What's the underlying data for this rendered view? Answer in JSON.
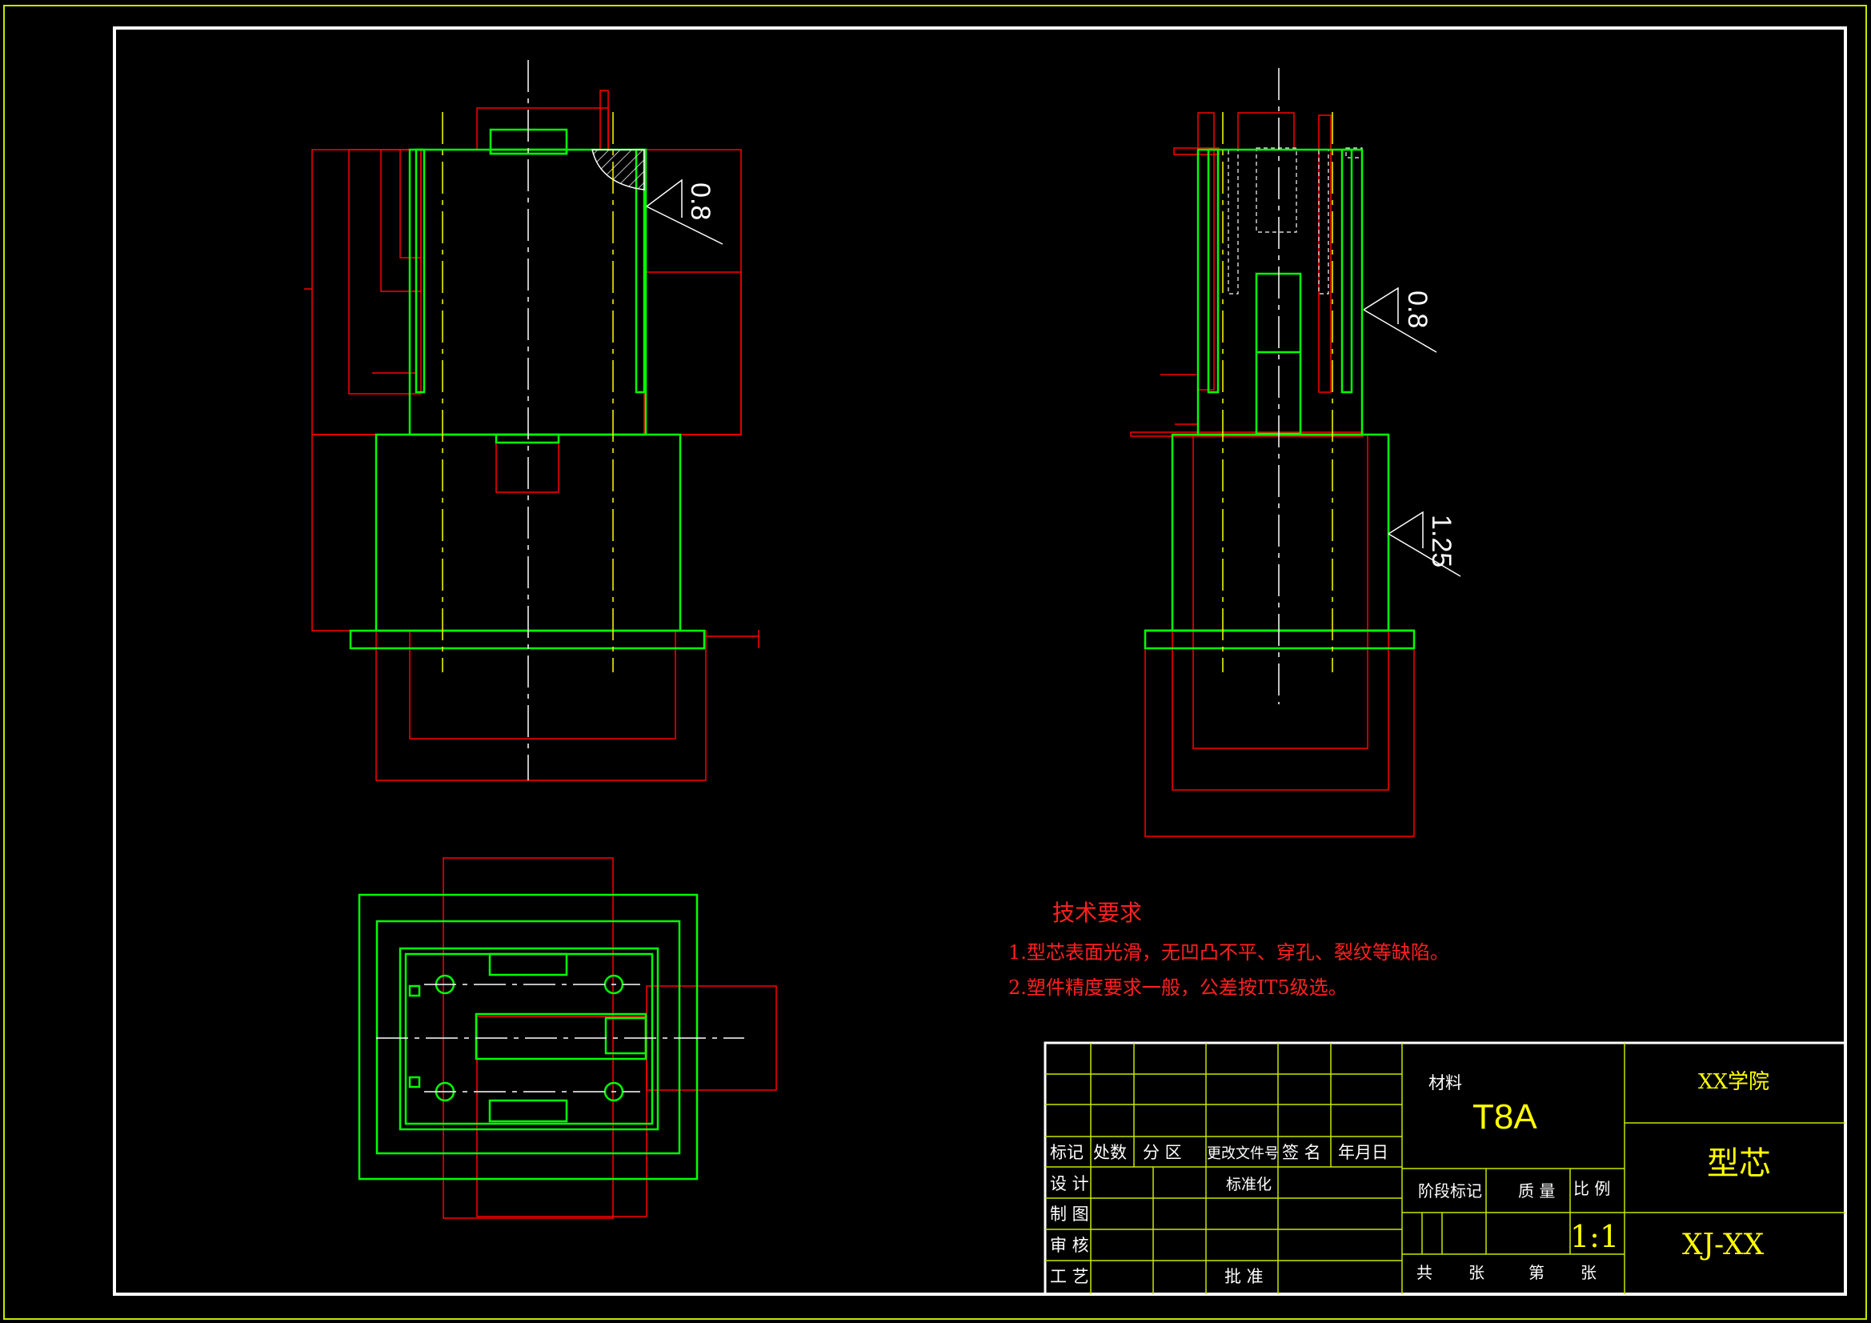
{
  "roughness": {
    "front_top": "0.8",
    "side_top": "0.8",
    "side_mid": "1.25"
  },
  "technical_requirements": {
    "title": "技术要求",
    "items": [
      "1.型芯表面光滑，无凹凸不平、穿孔、裂纹等缺陷。",
      "2.塑件精度要求一般，公差按IT5级选。"
    ]
  },
  "title_block": {
    "material_label": "材料",
    "material_value": "T8A",
    "school": "XX学院",
    "part_name": "型芯",
    "drawing_no": "XJ-XX",
    "row_headers": [
      "标记",
      "处数",
      "分 区",
      "更改文件号",
      "签 名",
      "年月日"
    ],
    "left_labels": [
      "设 计",
      "制 图",
      "审 核",
      "工 艺"
    ],
    "standardize_label": "标准化",
    "approve_label": "批 准",
    "stage_label": "阶段标记",
    "mass_label": "质 量",
    "scale_label": "比 例",
    "scale_value": "1:1",
    "sheet_total_label": "共",
    "sheet_unit_label_1": "张",
    "sheet_index_label": "第",
    "sheet_unit_label_2": "张"
  },
  "colors": {
    "background": "#000000",
    "border": "#ffffff",
    "outline": "#00ff00",
    "hidden": "#ff0000",
    "centerline": "#ffff00",
    "frame": "#c8e600",
    "text_red": "#ff2020",
    "text_yellow": "#ffff00"
  }
}
